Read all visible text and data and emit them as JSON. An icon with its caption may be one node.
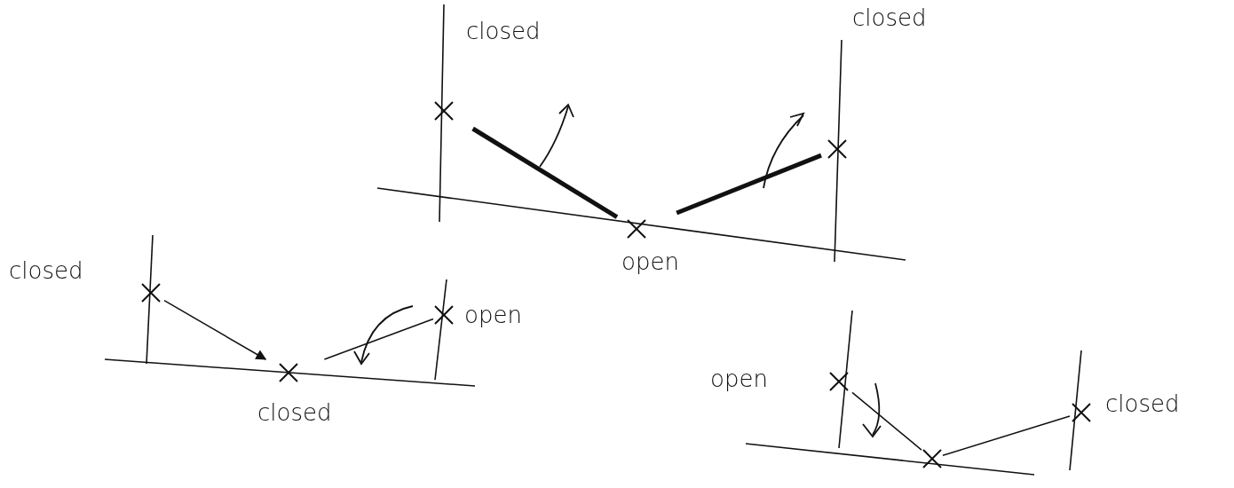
{
  "diagram": {
    "nodes": [
      {
        "text": [
          "closed"
        ]
      },
      {
        "text": [
          "open"
        ]
      },
      {
        "text": [
          "closed"
        ]
      },
      {
        "text": [
          "closed"
        ]
      },
      {
        "text": [
          "closed"
        ]
      },
      {
        "text": [
          "open"
        ]
      },
      {
        "text": [
          "open"
        ]
      },
      {
        "text": [],
        "shape": "cross"
      },
      {
        "text": [
          "closed"
        ]
      }
    ],
    "edges": [
      {
        "from": 0,
        "to": 1,
        "arrow": "none",
        "style": "thick"
      },
      {
        "from": 1,
        "to": 2,
        "arrow": "none",
        "style": "thick"
      },
      {
        "from": 3,
        "to": 4,
        "arrow": "to"
      },
      {
        "from": 4,
        "to": 5,
        "arrow": "none"
      },
      {
        "from": 6,
        "to": 7,
        "arrow": "none"
      },
      {
        "from": 7,
        "to": 8,
        "arrow": "none"
      }
    ]
  }
}
